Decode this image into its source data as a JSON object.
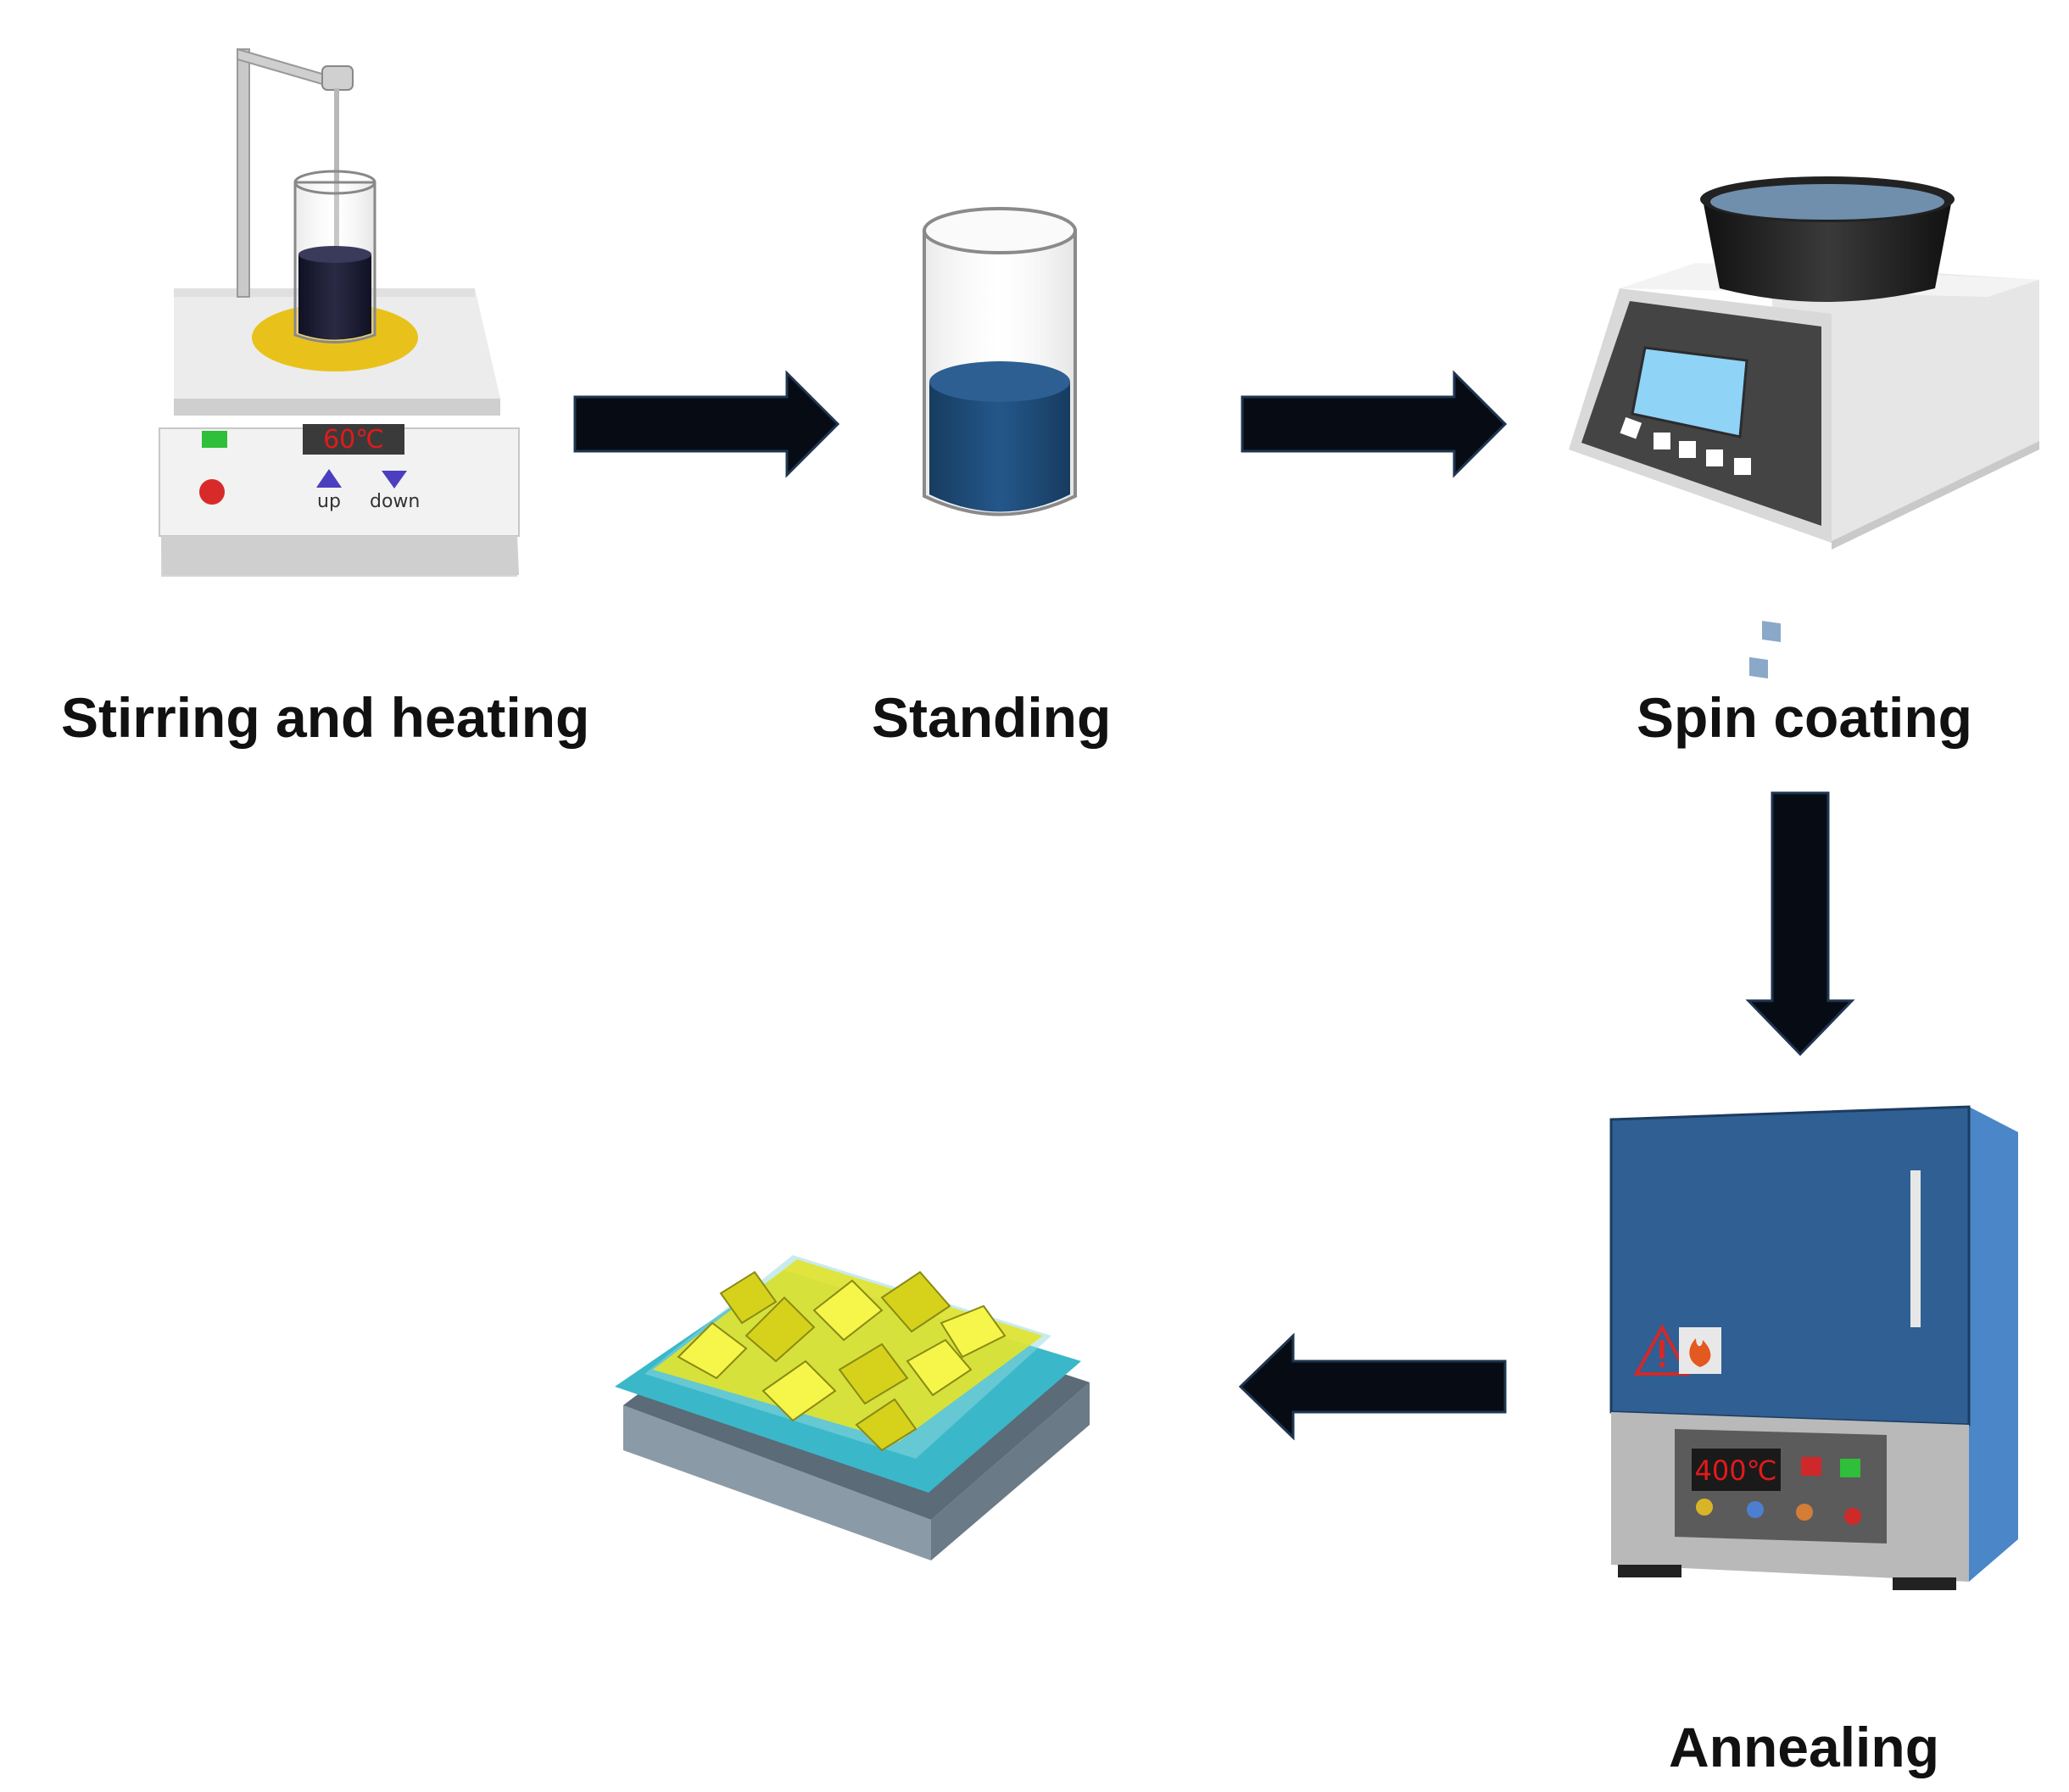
{
  "steps": {
    "stirring": {
      "label": "Stirring and heating",
      "display": "60℃",
      "up_label": "up",
      "down_label": "down"
    },
    "standing": {
      "label": "Standing"
    },
    "spin": {
      "label": "Spin coating"
    },
    "annealing": {
      "label": "Annealing",
      "display": "400℃"
    }
  },
  "colors": {
    "arrow": "#070b14",
    "liquid": "#1f4e7a",
    "plate": "#e8c21a",
    "furnace_door": "#2f5f93",
    "furnace_side": "#4a86c8",
    "screen": "#8fd3f7",
    "display_text": "#e21a1a",
    "film": "#e2e32a",
    "substrate_top": "#3ab8c9"
  },
  "icons": [
    "warning-icon",
    "flame-icon",
    "up-arrow-icon",
    "down-arrow-icon"
  ]
}
